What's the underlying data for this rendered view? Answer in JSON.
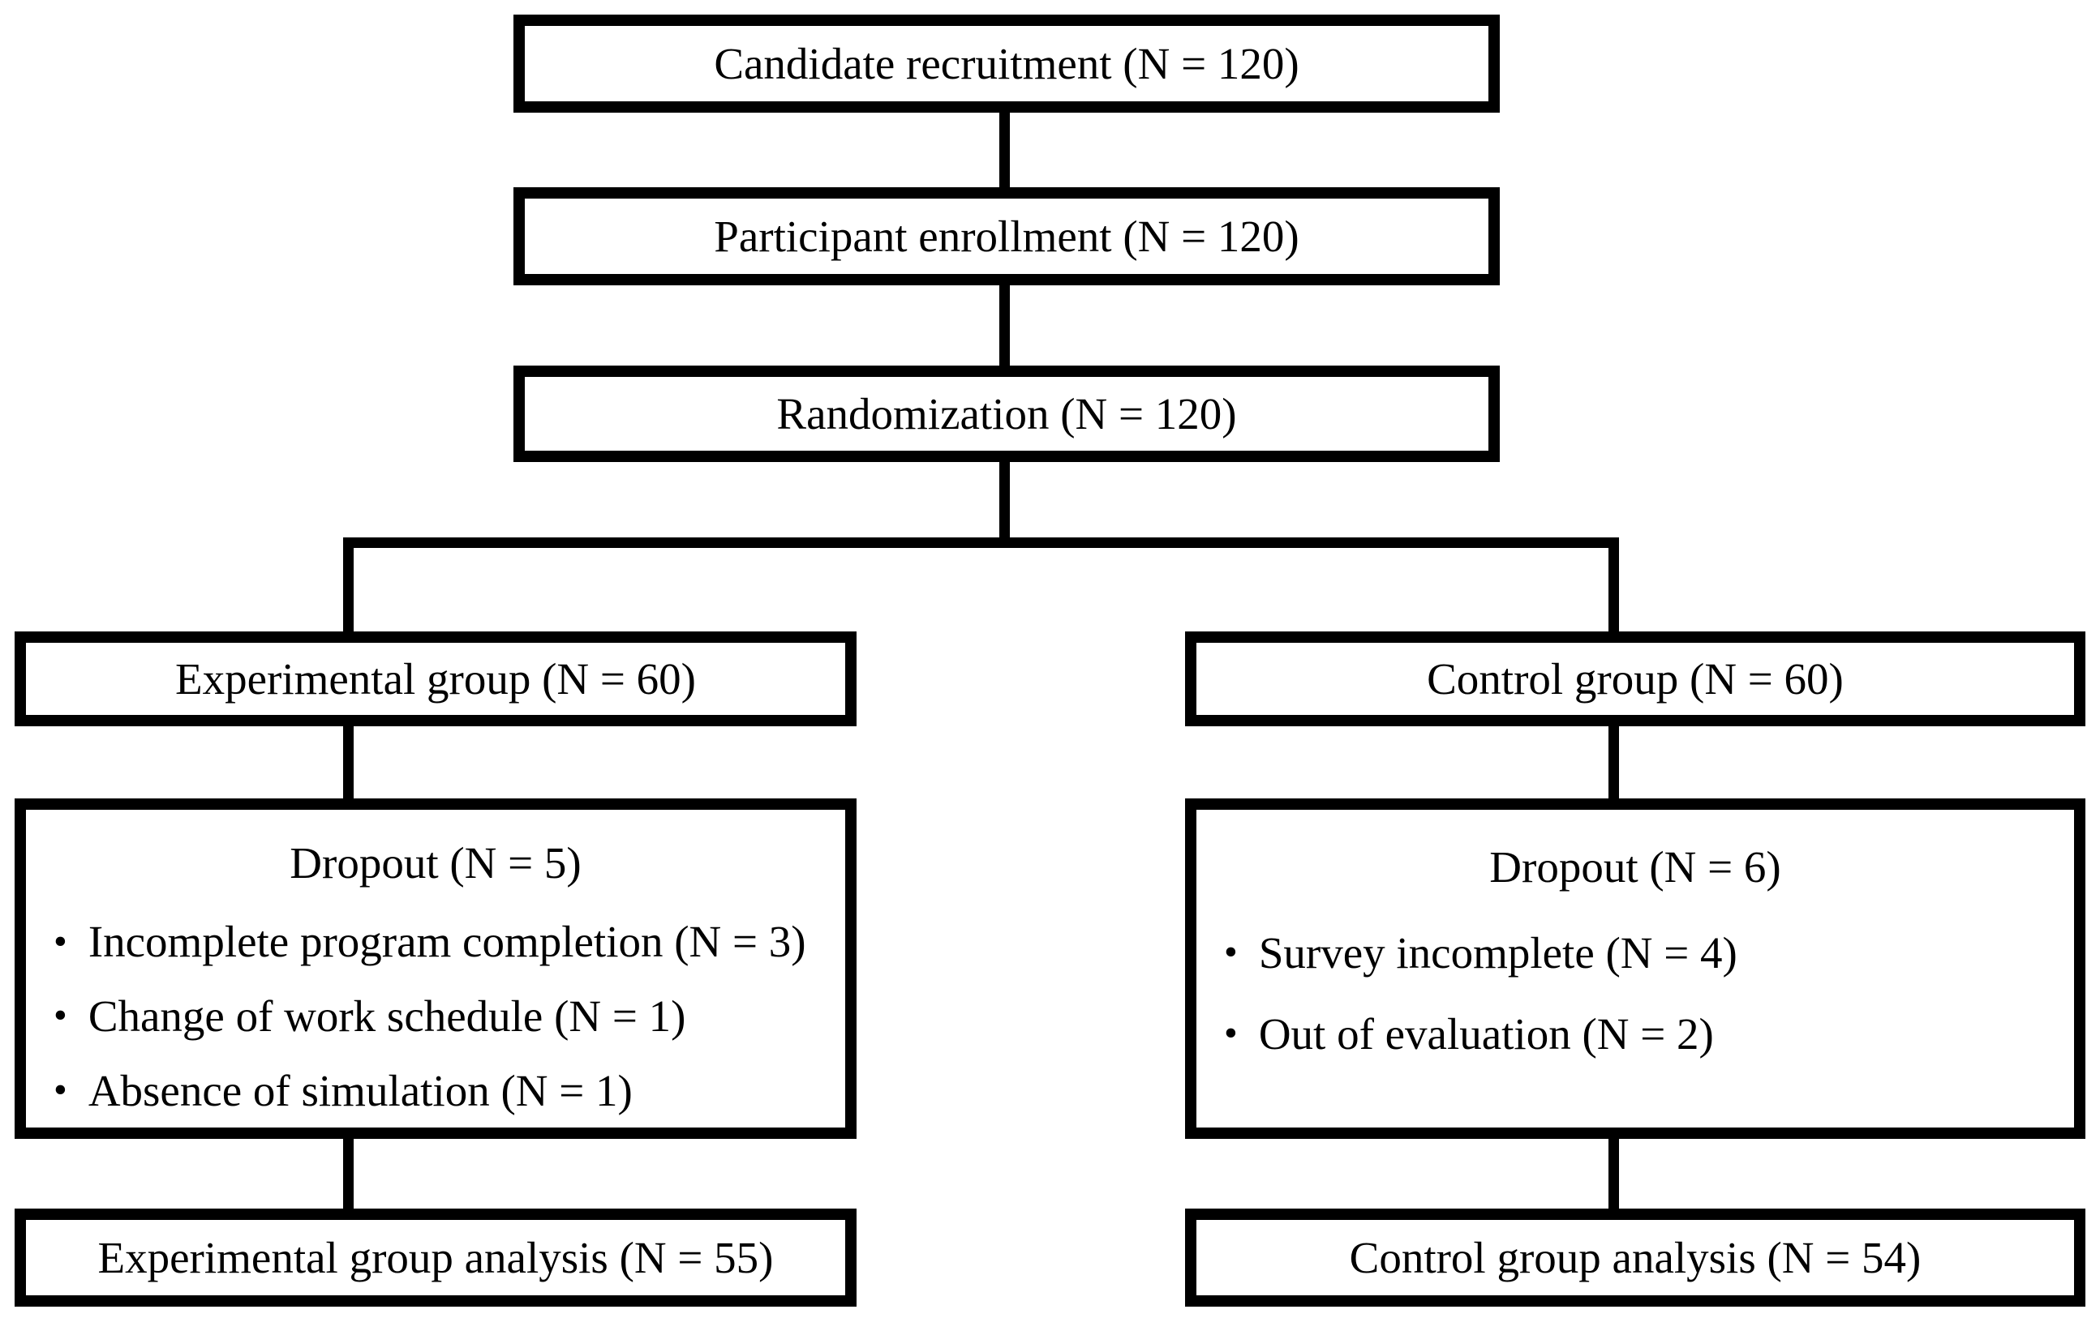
{
  "page": {
    "background_color": "#ffffff",
    "line_color": "#000000",
    "text_color": "#000000"
  },
  "flowchart": {
    "recruitment": {
      "label": "Candidate recruitment (N = 120)"
    },
    "enrollment": {
      "label": "Participant enrollment (N = 120)"
    },
    "randomization": {
      "label": "Randomization (N = 120)"
    },
    "experimental_group": {
      "label": "Experimental group (N = 60)"
    },
    "control_group": {
      "label": "Control group (N = 60)"
    },
    "experimental_dropout": {
      "title": "Dropout (N = 5)",
      "bullet": "•",
      "items": [
        {
          "text": "Incomplete program completion (N = 3)"
        },
        {
          "text": "Change of work schedule (N = 1)"
        },
        {
          "text": "Absence of simulation (N = 1)"
        }
      ]
    },
    "control_dropout": {
      "title": "Dropout (N = 6)",
      "bullet": "•",
      "items": [
        {
          "text": "Survey incomplete (N = 4)"
        },
        {
          "text": "Out of evaluation (N = 2)"
        }
      ]
    },
    "experimental_analysis": {
      "label": "Experimental group analysis (N = 55)"
    },
    "control_analysis": {
      "label": "Control group analysis (N = 54)"
    }
  }
}
